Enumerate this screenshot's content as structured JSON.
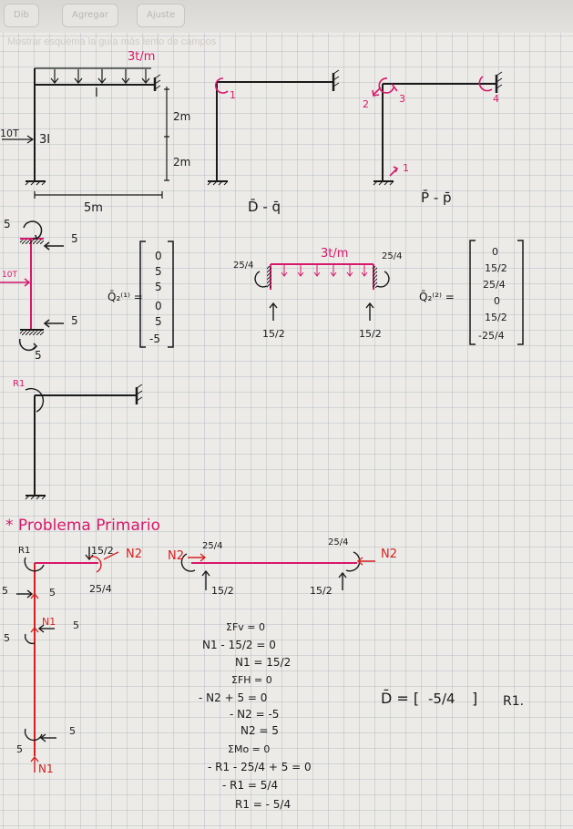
{
  "toolbar": {
    "tabs": [
      "Dib",
      "Agregar",
      "Ajuste"
    ],
    "ghost_text": "Mostrar esquema la guía más lento de campos"
  },
  "frame": {
    "load": "3t/m",
    "beam_inertia": "I",
    "column_inertia": "3I",
    "force": "10T",
    "height_upper": "2m",
    "height_lower": "2m",
    "span": "5m"
  },
  "dq": {
    "label": "D̄ - q̄",
    "node": "1"
  },
  "pp": {
    "label": "P̄ - p̄",
    "nodes": [
      "1",
      "2",
      "3",
      "4"
    ]
  },
  "column_fbd": {
    "top_moment": "5",
    "top_shear": "5",
    "load": "10T",
    "bottom_shear": "5",
    "bottom_moment": "5"
  },
  "q1": {
    "label": "Q̄₂⁽¹⁾ =",
    "values": [
      "0",
      "5",
      "5",
      "0",
      "5",
      "-5"
    ]
  },
  "beam_fbd": {
    "load": "3t/m",
    "left_moment": "25/4",
    "right_moment": "25/4",
    "left_reaction": "15/2",
    "right_reaction": "15/2"
  },
  "q2": {
    "label": "Q̄₂⁽²⁾ =",
    "values": [
      "0",
      "15/2",
      "25/4",
      "0",
      "15/2",
      "-25/4"
    ]
  },
  "r1_diagram": {
    "label": "R1"
  },
  "primario": {
    "heading": "* Problema  Primario",
    "node_r1": "R1",
    "node_load": "15/2",
    "node_n2": "N2",
    "node_moment": "25/4",
    "col_top_left": "5",
    "col_top_right": "5",
    "col_n1": "N1",
    "col_mid_right": "5",
    "col_mid_left": "5",
    "col_bot_right": "5",
    "col_bot_left": "5",
    "col_bottom_n1": "N1",
    "beam_n2_left": "N2",
    "beam_left_moment": "25/4",
    "beam_right_moment": "25/4",
    "beam_n2_right": "N2",
    "beam_left_reaction": "15/2",
    "beam_right_reaction": "15/2"
  },
  "equations": [
    "ΣFv = 0",
    "N1 - 15/2 = 0",
    "N1 = 15/2",
    "ΣFH = 0",
    "- N2 + 5 = 0",
    "- N2 = -5",
    "N2 = 5",
    "ΣMo = 0",
    "- R1 - 25/4 + 5 = 0",
    "- R1 = 5/4",
    "R1 = - 5/4"
  ],
  "result": {
    "lhs": "D̄ = [",
    "value": "-5/4",
    "rhs": "]",
    "var": "R1."
  },
  "colors": {
    "ink": "#1a1a1a",
    "pink": "#d8186a",
    "red": "#d62020",
    "paper": "#ecebe8"
  }
}
